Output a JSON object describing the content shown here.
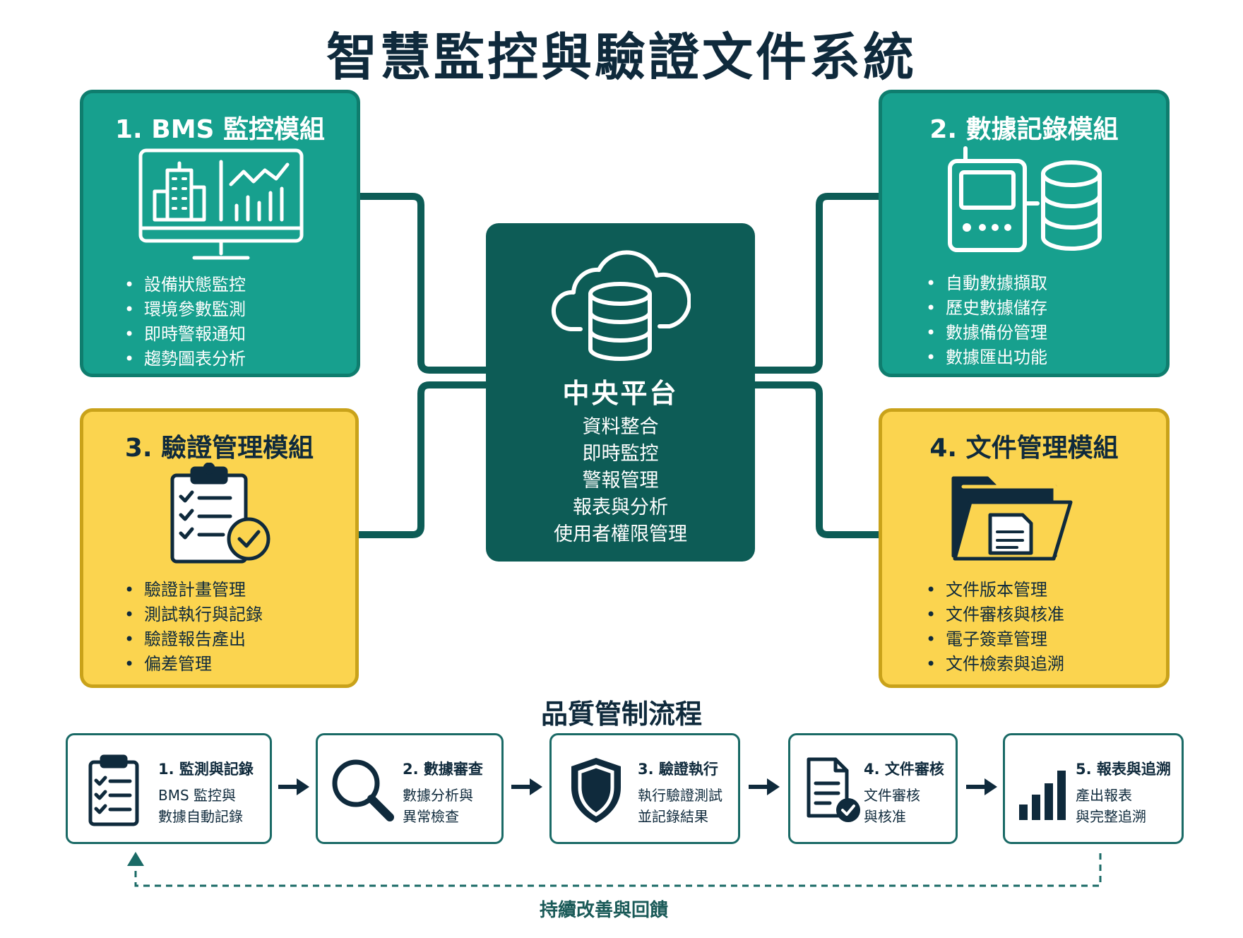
{
  "title": "智慧監控與驗證文件系統",
  "central": {
    "title": "中央平台",
    "items": [
      "資料整合",
      "即時監控",
      "警報管理",
      "報表與分析",
      "使用者權限管理"
    ],
    "icon": "cloud-database-icon"
  },
  "modules": [
    {
      "title": "1. BMS 監控模組",
      "icon": "monitor-building-chart-icon",
      "items": [
        "設備狀態監控",
        "環境參數監測",
        "即時警報通知",
        "趨勢圖表分析"
      ]
    },
    {
      "title": "2. 數據記錄模組",
      "icon": "data-logger-database-icon",
      "items": [
        "自動數據擷取",
        "歷史數據儲存",
        "數據備份管理",
        "數據匯出功能"
      ]
    },
    {
      "title": "3. 驗證管理模組",
      "icon": "clipboard-check-icon",
      "items": [
        "驗證計畫管理",
        "測試執行與記錄",
        "驗證報告產出",
        "偏差管理"
      ]
    },
    {
      "title": "4. 文件管理模組",
      "icon": "folder-document-icon",
      "items": [
        "文件版本管理",
        "文件審核與核准",
        "電子簽章管理",
        "文件檢索與追溯"
      ]
    }
  ],
  "qc": {
    "title": "品質管制流程",
    "loop_label": "持續改善與回饋",
    "steps": [
      {
        "title": "1. 監測與記錄",
        "desc": [
          "BMS 監控與",
          "數據自動記錄"
        ],
        "icon": "clipboard-list-icon"
      },
      {
        "title": "2. 數據審查",
        "desc": [
          "數據分析與",
          "異常檢查"
        ],
        "icon": "magnifier-icon"
      },
      {
        "title": "3. 驗證執行",
        "desc": [
          "執行驗證測試",
          "並記錄結果"
        ],
        "icon": "shield-icon"
      },
      {
        "title": "4. 文件審核",
        "desc": [
          "文件審核",
          "與核准"
        ],
        "icon": "document-check-icon"
      },
      {
        "title": "5. 報表與追溯",
        "desc": [
          "產出報表",
          "與完整追溯"
        ],
        "icon": "bar-chart-icon"
      }
    ]
  },
  "colors": {
    "teal": "#17a08e",
    "teal_border": "#0f7d6e",
    "gold": "#fbd44f",
    "gold_border": "#c9a21a",
    "central": "#0d5c56",
    "navy": "#0f2a3c",
    "connector": "#0d5c56"
  }
}
